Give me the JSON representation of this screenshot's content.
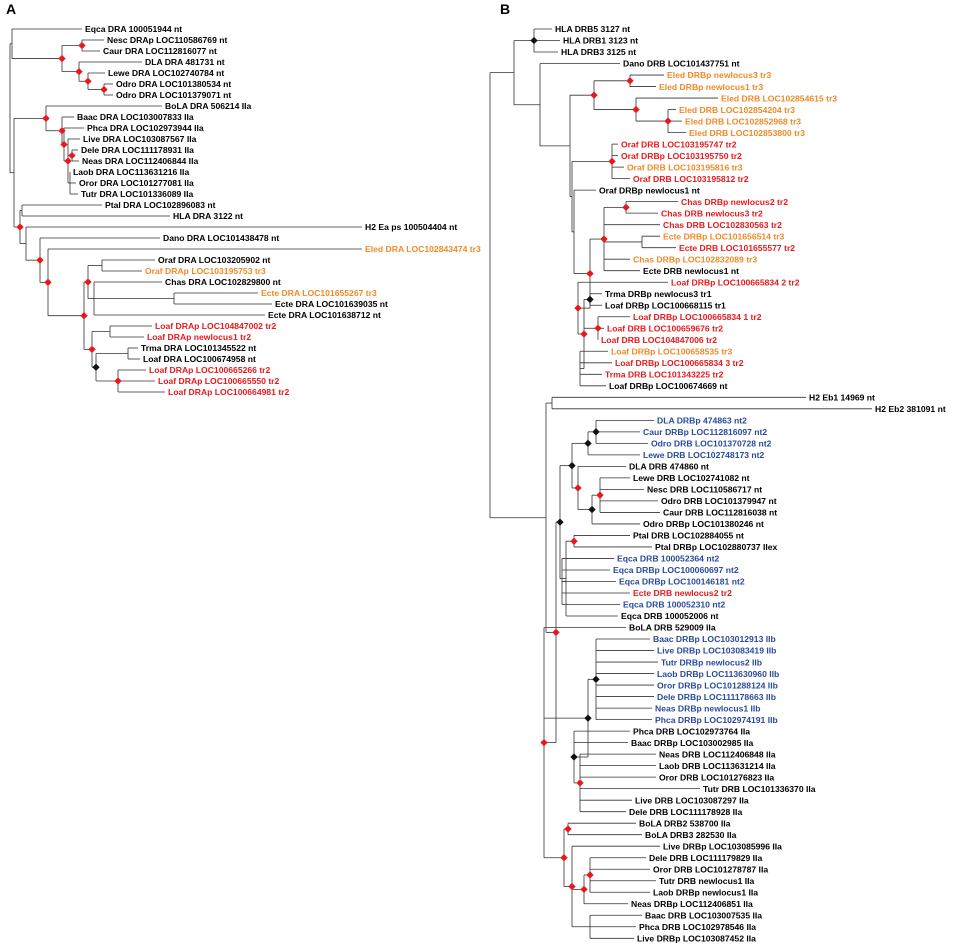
{
  "colors": {
    "black": "#000000",
    "red": "#e8191c",
    "orange": "#ef8a27",
    "blue": "#2a4a9b",
    "node_red": "#e8191c",
    "node_black": "#111111"
  },
  "panel_a": {
    "label": "A",
    "leaves": [
      {
        "text": "Eqca DRA 100051944 nt",
        "c": "black"
      },
      {
        "text": "Nesc DRAp LOC110586769 nt",
        "c": "black"
      },
      {
        "text": "Caur DRA LOC112816077 nt",
        "c": "black"
      },
      {
        "text": "DLA DRA 481731 nt",
        "c": "black"
      },
      {
        "text": "Lewe DRA LOC102740784 nt",
        "c": "black"
      },
      {
        "text": "Odro DRA LOC101380534 nt",
        "c": "black"
      },
      {
        "text": "Odro DRA LOC101379071 nt",
        "c": "black"
      },
      {
        "text": "BoLA DRA 506214 IIa",
        "c": "black"
      },
      {
        "text": "Baac DRA LOC103007833 IIa",
        "c": "black"
      },
      {
        "text": "Phca DRA LOC102973944 IIa",
        "c": "black"
      },
      {
        "text": "Live DRA LOC103087567 IIa",
        "c": "black"
      },
      {
        "text": "Dele DRA LOC111178931 IIa",
        "c": "black"
      },
      {
        "text": "Neas DRA LOC112406844 IIa",
        "c": "black"
      },
      {
        "text": "Laob DRA LOC113631216 IIa",
        "c": "black"
      },
      {
        "text": "Oror DRA LOC101277081 IIa",
        "c": "black"
      },
      {
        "text": "Tutr DRA LOC101336089 IIa",
        "c": "black"
      },
      {
        "text": "Ptal DRA LOC102896083 nt",
        "c": "black"
      },
      {
        "text": "HLA DRA 3122 nt",
        "c": "black"
      },
      {
        "text": "H2 Ea ps 100504404 nt",
        "c": "black"
      },
      {
        "text": "Dano DRA LOC101438478 nt",
        "c": "black"
      },
      {
        "text": "Eled DRA LOC102843474 tr3",
        "c": "orange"
      },
      {
        "text": "Oraf DRA LOC103205902 nt",
        "c": "black"
      },
      {
        "text": "Oraf DRAp LOC103195753 tr3",
        "c": "orange"
      },
      {
        "text": "Chas DRA LOC102829800 nt",
        "c": "black"
      },
      {
        "text": "Ecte DRA LOC101655267 tr3",
        "c": "orange"
      },
      {
        "text": "Ecte DRA LOC101639035 nt",
        "c": "black"
      },
      {
        "text": "Ecte DRA LOC101638712 nt",
        "c": "black"
      },
      {
        "text": "Loaf DRAp LOC104847002 tr2",
        "c": "red"
      },
      {
        "text": "Loaf DRAp newlocus1 tr2",
        "c": "red"
      },
      {
        "text": "Trma DRA LOC101345522 nt",
        "c": "black"
      },
      {
        "text": "Loaf DRA LOC100674958 nt",
        "c": "black"
      },
      {
        "text": "Loaf DRAp LOC100665266 tr2",
        "c": "red"
      },
      {
        "text": "Loaf DRAp LOC100665550 tr2",
        "c": "red"
      },
      {
        "text": "Loaf DRAp LOC100664981 tr2",
        "c": "red"
      }
    ]
  },
  "panel_b": {
    "label": "B",
    "leaves": [
      {
        "text": "HLA DRB5 3127 nt",
        "c": "black"
      },
      {
        "text": "HLA DRB1 3123 nt",
        "c": "black"
      },
      {
        "text": "HLA DRB3 3125 nt",
        "c": "black"
      },
      {
        "text": "Dano DRB LOC101437751 nt",
        "c": "black"
      },
      {
        "text": "Eled DRBp newlocus3 tr3",
        "c": "orange"
      },
      {
        "text": "Eled DRBp newlocus1 tr3",
        "c": "orange"
      },
      {
        "text": "Eled DRB LOC102854615 tr3",
        "c": "orange"
      },
      {
        "text": "Eled DRB LOC102854204 tr3",
        "c": "orange"
      },
      {
        "text": "Eled DRB LOC102852968 tr3",
        "c": "orange"
      },
      {
        "text": "Eled DRB LOC102853800 tr3",
        "c": "orange"
      },
      {
        "text": "Oraf DRB LOC103195747 tr2",
        "c": "red"
      },
      {
        "text": "Oraf DRBp LOC103195750 tr2",
        "c": "red"
      },
      {
        "text": "Oraf DRB LOC103195816 tr3",
        "c": "orange"
      },
      {
        "text": "Oraf DRB LOC103195812 tr2",
        "c": "red"
      },
      {
        "text": "Oraf DRBp newlocus1 nt",
        "c": "black"
      },
      {
        "text": "Chas DRBp newlocus2 tr2",
        "c": "red"
      },
      {
        "text": "Chas DRB newlocus3 tr2",
        "c": "red"
      },
      {
        "text": "Chas DRB LOC102830563 tr2",
        "c": "red"
      },
      {
        "text": "Ecte DRBp LOC101656514 tr3",
        "c": "orange"
      },
      {
        "text": "Ecte DRB LOC101655577 tr2",
        "c": "red"
      },
      {
        "text": "Chas DRBp LOC102832089 tr3",
        "c": "orange"
      },
      {
        "text": "Ecte DRB newlocus1 nt",
        "c": "black"
      },
      {
        "text": "Loaf DRBp LOC100665834 2 tr2",
        "c": "red"
      },
      {
        "text": "Trma DRBp newlocus3 tr1",
        "c": "black"
      },
      {
        "text": "Loaf DRBp LOC100668115 tr1",
        "c": "black"
      },
      {
        "text": "Loaf DRBp LOC100665834 1 tr2",
        "c": "red"
      },
      {
        "text": "Loaf DRB LOC100659676 tr2",
        "c": "red"
      },
      {
        "text": "Loaf DRB LOC104847006 tr2",
        "c": "red"
      },
      {
        "text": "Loaf DRBp LOC100658535 tr3",
        "c": "orange"
      },
      {
        "text": "Loaf DRBp LOC100665834 3 tr2",
        "c": "red"
      },
      {
        "text": "Trma DRB LOC101343225 tr2",
        "c": "red"
      },
      {
        "text": "Loaf DRBp LOC100674669 nt",
        "c": "black"
      },
      {
        "text": "H2 Eb1 14969 nt",
        "c": "black"
      },
      {
        "text": "H2 Eb2 381091 nt",
        "c": "black"
      },
      {
        "text": "DLA DRBp 474863 nt2",
        "c": "blue"
      },
      {
        "text": "Caur DRBp LOC112816097 nt2",
        "c": "blue"
      },
      {
        "text": "Odro DRB LOC101370728 nt2",
        "c": "blue"
      },
      {
        "text": "Lewe DRB LOC102748173 nt2",
        "c": "blue"
      },
      {
        "text": "DLA DRB 474860 nt",
        "c": "black"
      },
      {
        "text": "Lewe DRB LOC102741082 nt",
        "c": "black"
      },
      {
        "text": "Nesc DRB LOC110586717 nt",
        "c": "black"
      },
      {
        "text": "Odro DRB LOC101379947 nt",
        "c": "black"
      },
      {
        "text": "Caur DRB LOC112816038 nt",
        "c": "black"
      },
      {
        "text": "Odro DRBp LOC101380246 nt",
        "c": "black"
      },
      {
        "text": "Ptal DRB LOC102884055 nt",
        "c": "black"
      },
      {
        "text": "Ptal DRBp LOC102880737 IIex",
        "c": "black"
      },
      {
        "text": "Eqca DRB 100052364 nt2",
        "c": "blue"
      },
      {
        "text": "Eqca DRBp LOC100060697 nt2",
        "c": "blue"
      },
      {
        "text": "Eqca DRBp LOC100146181 nt2",
        "c": "blue"
      },
      {
        "text": "Ecte DRB newlocus2 tr2",
        "c": "red"
      },
      {
        "text": "Eqca DRB 100052310 nt2",
        "c": "blue"
      },
      {
        "text": "Eqca DRB 100052006 nt",
        "c": "black"
      },
      {
        "text": "BoLA DRB 529009 IIa",
        "c": "black"
      },
      {
        "text": "Baac DRBp LOC103012913 IIb",
        "c": "blue"
      },
      {
        "text": "Live DRBp LOC103083419 IIb",
        "c": "blue"
      },
      {
        "text": "Tutr DRBp newlocus2 IIb",
        "c": "blue"
      },
      {
        "text": "Laob DRBp LOC113630960 IIb",
        "c": "blue"
      },
      {
        "text": "Oror DRBp LOC101288124 IIb",
        "c": "blue"
      },
      {
        "text": "Dele DRBp LOC111178663 IIb",
        "c": "blue"
      },
      {
        "text": "Neas DRBp newlocus1 IIb",
        "c": "blue"
      },
      {
        "text": "Phca DRBp LOC102974191 IIb",
        "c": "blue"
      },
      {
        "text": "Phca DRB LOC102973764 IIa",
        "c": "black"
      },
      {
        "text": "Baac DRBp LOC103002985 IIa",
        "c": "black"
      },
      {
        "text": "Neas DRB LOC112406848 IIa",
        "c": "black"
      },
      {
        "text": "Laob DRB LOC113631214 IIa",
        "c": "black"
      },
      {
        "text": "Oror DRB LOC101276823 IIa",
        "c": "black"
      },
      {
        "text": "Tutr DRB LOC101336370 IIa",
        "c": "black"
      },
      {
        "text": "Live DRB LOC103087297 IIa",
        "c": "black"
      },
      {
        "text": "Dele DRB LOC111178928 IIa",
        "c": "black"
      },
      {
        "text": "BoLA DRB2 538700 IIa",
        "c": "black"
      },
      {
        "text": "BoLA DRB3 282530 IIa",
        "c": "black"
      },
      {
        "text": "Live DRBp LOC103085996 IIa",
        "c": "black"
      },
      {
        "text": "Dele DRB LOC111179829 IIa",
        "c": "black"
      },
      {
        "text": "Oror DRB LOC101278787 IIa",
        "c": "black"
      },
      {
        "text": "Tutr DRB newlocus1 IIa",
        "c": "black"
      },
      {
        "text": "Laob DRBp newlocus1 IIa",
        "c": "black"
      },
      {
        "text": "Neas DRBp LOC112406851 IIa",
        "c": "black"
      },
      {
        "text": "Baac DRB LOC103007535 IIa",
        "c": "black"
      },
      {
        "text": "Phca DRB LOC102978546 IIa",
        "c": "black"
      },
      {
        "text": "Live DRBp LOC103087452 IIa",
        "c": "black"
      }
    ]
  }
}
